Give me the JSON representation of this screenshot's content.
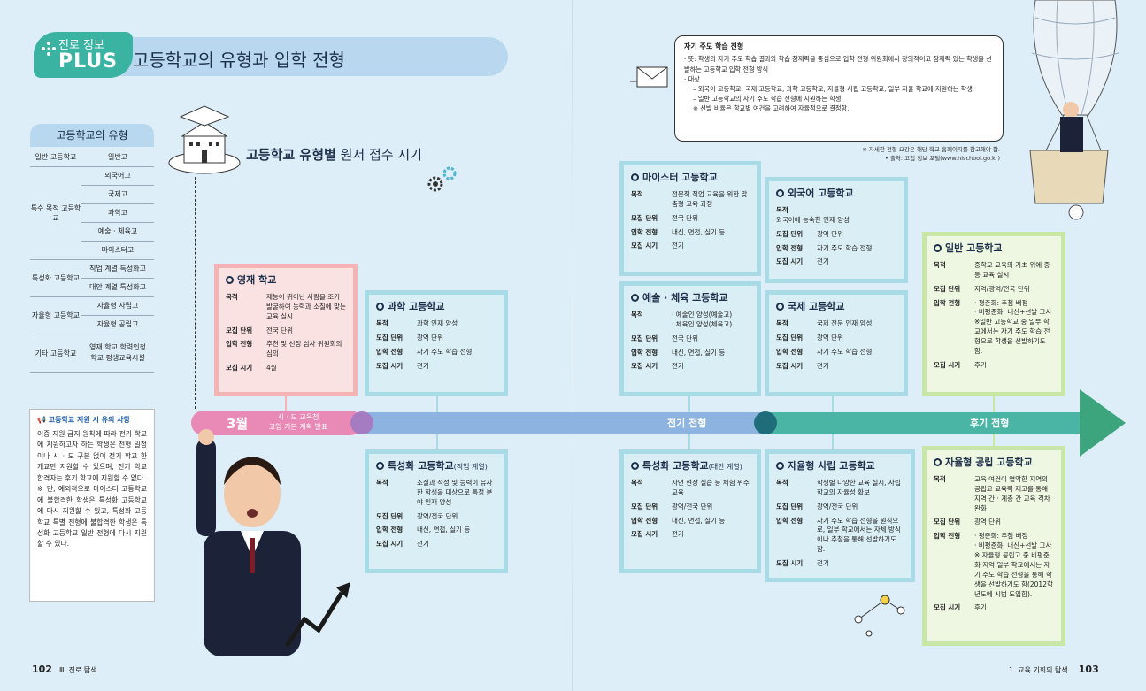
{
  "header": {
    "badge_small": "진로 정보",
    "badge_big": "PLUS",
    "title": "고등학교의 유형과 입학 전형"
  },
  "types": {
    "title": "고등학교의 유형",
    "rows": [
      {
        "cat": "일반 고등학교",
        "subs": [
          "일반고"
        ]
      },
      {
        "cat": "특수 목적 고등학교",
        "subs": [
          "외국어고",
          "국제고",
          "과학고",
          "예술 · 체육고",
          "마이스터고"
        ]
      },
      {
        "cat": "특성화 고등학교",
        "subs": [
          "직업 계열 특성화고",
          "대안 계열 특성화고"
        ]
      },
      {
        "cat": "자율형 고등학교",
        "subs": [
          "자율형 사립고",
          "자율형 공립고"
        ]
      },
      {
        "cat": "기타 고등학교",
        "subs": [
          "영재 학교 학력인정학교 평생교육시설"
        ]
      }
    ]
  },
  "section": {
    "title_bold": "고등학교 유형별",
    "title_rest": " 원서 접수 시기"
  },
  "labels": {
    "purpose": "목적",
    "unit": "모집 단위",
    "method": "입학 전형",
    "period": "모집 시기"
  },
  "cards": {
    "gifted": {
      "title": "영재 학교",
      "purpose": "재능이 뛰어난 사람을 조기 발굴하여 능력과 소질에 맞는 교육 실시",
      "unit": "전국 단위",
      "method": "추천 및 선정 심사 위원회의 심의",
      "period": "4월"
    },
    "science": {
      "title": "과학 고등학교",
      "purpose": "과학 인재 양성",
      "unit": "광역 단위",
      "method": "자기 주도 학습 전형",
      "period": "전기"
    },
    "vocational": {
      "title": "특성화 고등학교",
      "title_small": "(직업 계열)",
      "purpose": "소질과 적성 및 능력이 유사한 학생을 대상으로 특정 분야 인재 양성",
      "unit": "광역/전국 단위",
      "method": "내신, 면접, 실기 등",
      "period": "전기"
    },
    "meister": {
      "title": "마이스터 고등학교",
      "purpose": "전문적 직업 교육을 위한 맞춤형 교육 과정",
      "unit": "전국 단위",
      "method": "내신, 면접, 실기 등",
      "period": "전기"
    },
    "arts": {
      "title": "예술 · 체육 고등학교",
      "purpose": "· 예술인 양성(예술고)\n· 체육인 양성(체육고)",
      "unit": "전국 단위",
      "method": "내신, 면접, 실기 등",
      "period": "전기"
    },
    "alternative": {
      "title": "특성화 고등학교",
      "title_small": "(대안 계열)",
      "purpose": "자연 현장 실습 등 체험 위주 교육",
      "unit": "광역/전국 단위",
      "method": "내신, 면접, 실기 등",
      "period": "전기"
    },
    "foreign": {
      "title": "외국어 고등학교",
      "purpose": "외국어에 능숙한 인재 양성",
      "unit": "광역 단위",
      "method": "자기 주도 학습 전형",
      "period": "전기"
    },
    "intl": {
      "title": "국제 고등학교",
      "purpose": "국제 전문 인재 양성",
      "unit": "광역 단위",
      "method": "자기 주도 학습 전형",
      "period": "전기"
    },
    "private": {
      "title": "자율형 사립 고등학교",
      "purpose": "학생별 다양한 교육 실시, 사립학교의 자율성 확보",
      "unit": "광역/전국 단위",
      "method": "자기 주도 학습 전형을 원칙으로, 일부 학교에서는 자체 방식이나 추첨을 통해 선발하기도 함.",
      "period": "전기"
    },
    "general": {
      "title": "일반 고등학교",
      "purpose": "중학교 교육의 기초 위에 중등 교육 실시",
      "unit": "지역/광역/전국 단위",
      "method": "· 평준화: 추첨 배정\n· 비평준화: 내신+선발 고사\n※일반 고등학교 중 일부 학교에서는 자기 주도 학습 전형으로 학생을 선발하기도 함.",
      "period": "후기"
    },
    "public": {
      "title": "자율형 공립 고등학교",
      "purpose": "교육 여건이 열악한 지역의 공립고 교육력 제고를 통해 지역 간 · 계층 간 교육 격차 완화",
      "unit": "광역 단위",
      "method": "· 평준화: 추첨 배정\n· 비평준화: 내신+선발 고사\n※ 자율형 공립고 중 비평준화 지역 일부 학교에서는 자기 주도 학습 전형을 통해 학생을 선발하기도 함(2012학년도에 시범 도입함).",
      "period": "후기"
    }
  },
  "timeline": {
    "month": "3월",
    "month_text": "시 · 도 교육청\n고입 기본 계획 발표",
    "early": "전기 전형",
    "late": "후기 전형"
  },
  "note": {
    "title": "고등학교 지원 시 유의 사항",
    "body": "이중 지원 금지 원칙에 따라 전기 학교에 지원하고자 하는 학생은 전형 일정이나 시 · 도 구분 없이 전기 학교 한 개교만 지원할 수 있으며, 전기 학교 합격자는 후기 학교에 지원할 수 없다.",
    "star": "※ 단, 예외적으로 마이스터 고등학교에 불합격한 학생은 특성화 고등학교에 다시 지원할 수 있고, 특성화 고등학교 특별 전형에 불합격한 학생은 특성화 고등학교 일반 전형에 다시 지원할 수 있다."
  },
  "callout": {
    "title": "자기 주도 학습 전형",
    "meaning": "· 뜻: 학생의 자기 주도 학습 결과와 학습 잠재력을 중심으로 입학 전형 위원회에서 창의적이고 잠재력 있는 학생을 선발하는 고등학교 입학 전형 방식",
    "target_label": "· 대상",
    "target1": "– 외국어 고등학교, 국제 고등학교, 과학 고등학교, 자율형 사립 고등학교, 일부 자율 학교에 지원하는 학생",
    "target2": "– 일반 고등학교의 자기 주도 학습 전형에 지원하는 학생",
    "target3": "※ 선발 비율은 학교별 여건을 고려하여 자율적으로 결정함."
  },
  "source": {
    "line1": "※ 자세한 전형 요강은 해당 학교 홈페이지를 참고해야 함.",
    "line2": "• 출처: 고입 정보 포털(www.hischool.go.kr)"
  },
  "footer": {
    "left_num": "102",
    "left_text": "Ⅲ. 진로 탐색",
    "right_text": "1. 교육 기회의 탐색",
    "right_num": "103"
  },
  "colors": {
    "pink": "#e88ab5",
    "blue": "#8db3e0",
    "green": "#4bb5a5",
    "teal": "#3bb3a2"
  }
}
